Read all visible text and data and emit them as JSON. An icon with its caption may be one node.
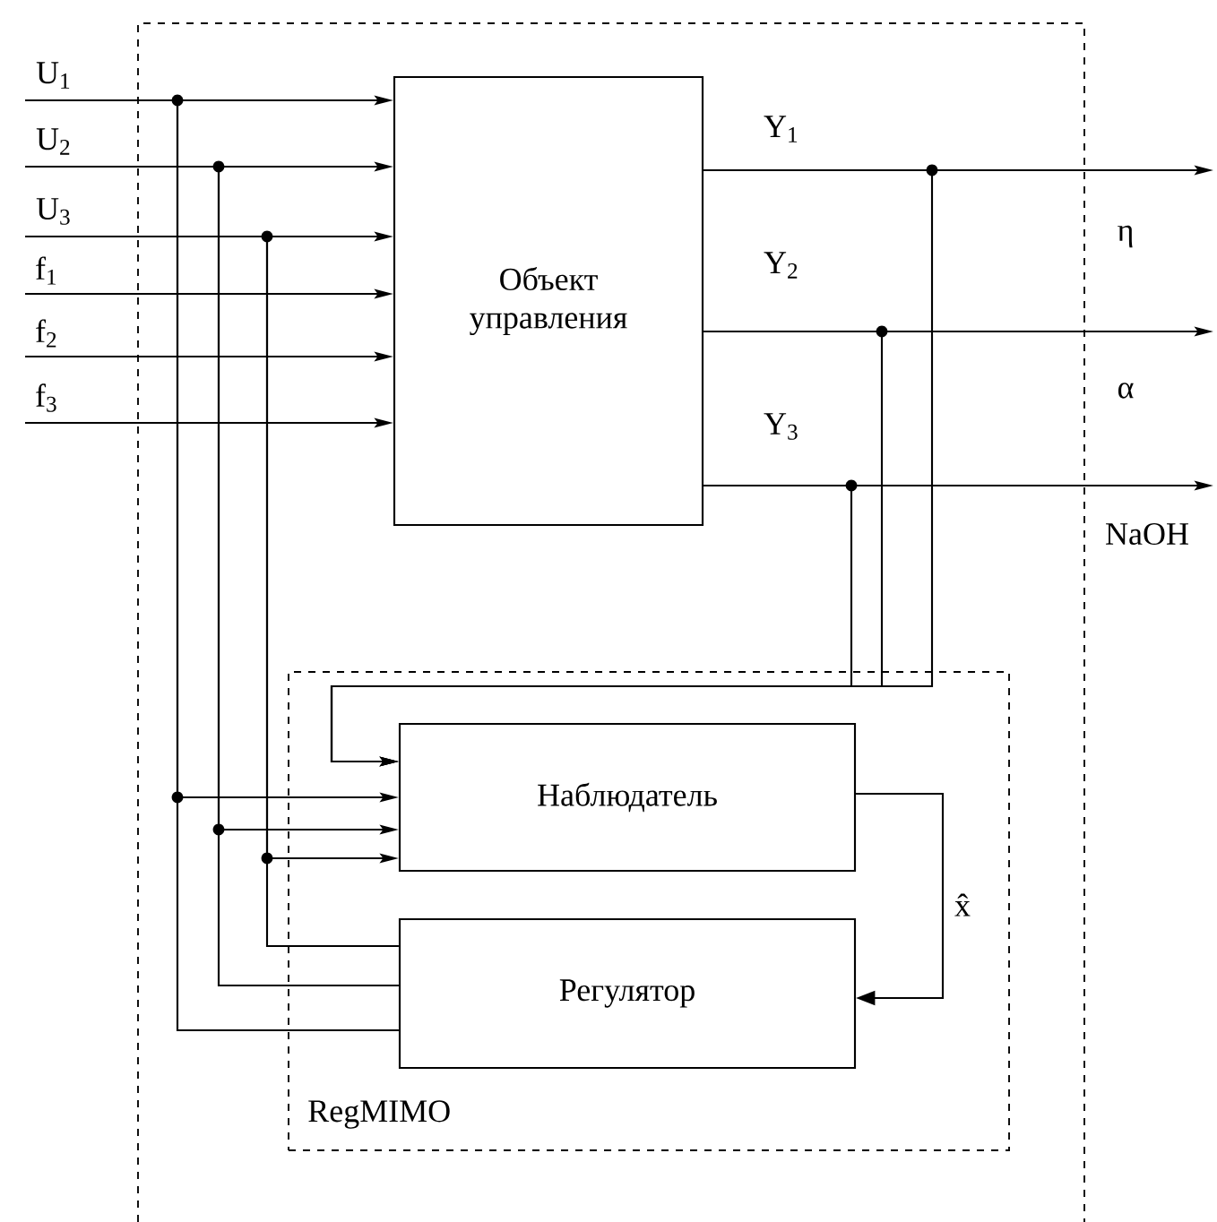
{
  "diagram": {
    "nodes": [
      {
        "text": [
          "Объект управления"
        ]
      },
      {
        "text": [
          "RegMIMO"
        ]
      },
      {
        "text": [
          "Наблюдатель"
        ],
        "in": 1
      },
      {
        "text": [
          "Регулятор"
        ],
        "in": 1
      }
    ],
    "edges": [
      {
        "from": null,
        "to": 0,
        "arrow": "to",
        "label": "U$_{1}$"
      },
      {
        "from": null,
        "to": 0,
        "arrow": "to",
        "label": "U$_{2}$"
      },
      {
        "from": null,
        "to": 0,
        "arrow": "to",
        "label": "U$_{3}$"
      },
      {
        "from": null,
        "to": 0,
        "arrow": "to",
        "label": "f$_{1}$"
      },
      {
        "from": null,
        "to": 0,
        "arrow": "to",
        "label": "f$_{2}$"
      },
      {
        "from": null,
        "to": 0,
        "arrow": "to",
        "label": "f$_{3}$"
      },
      {
        "from": 0,
        "to": null,
        "arrow": "to",
        "label": "Y$_{1}$"
      },
      {
        "from": 0,
        "to": null,
        "arrow": "to",
        "label": "Y$_{2}$"
      },
      {
        "from": 0,
        "to": null,
        "arrow": "to",
        "label": "Y$_{3}$"
      },
      {
        "from": 0,
        "to": 2,
        "arrow": "to"
      },
      {
        "from": 0,
        "to": 2,
        "arrow": "to"
      },
      {
        "from": 0,
        "to": 2,
        "arrow": "to"
      },
      {
        "from": null,
        "to": 2,
        "arrow": "to"
      },
      {
        "from": null,
        "to": 2,
        "arrow": "to"
      },
      {
        "from": null,
        "to": 2,
        "arrow": "to"
      },
      {
        "from": null,
        "to": 3,
        "arrow": "none"
      },
      {
        "from": null,
        "to": 3,
        "arrow": "none"
      },
      {
        "from": null,
        "to": 3,
        "arrow": "none"
      },
      {
        "from": 2,
        "to": 3,
        "arrow": "to",
        "label": "x̂"
      }
    ],
    "labels": [
      "η",
      "α",
      "NaOH"
    ]
  }
}
